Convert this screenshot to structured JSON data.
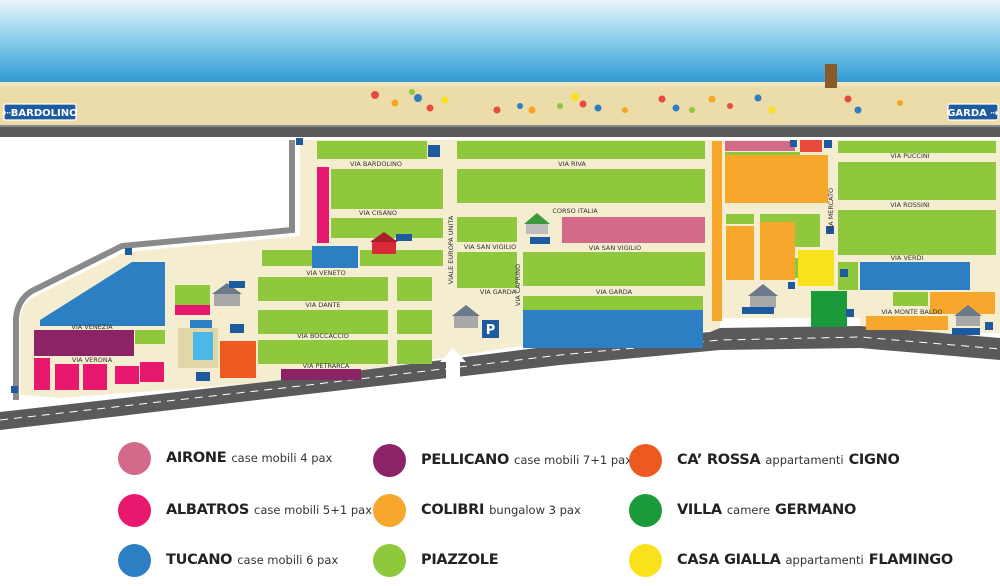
{
  "signs": {
    "left": "⇠BARDOLINO",
    "right": "GARDA ⇢"
  },
  "streets": {
    "bardolino": "VIA BARDOLINO",
    "riva": "VIA RIVA",
    "cisano": "VIA CISANO",
    "corso_italia": "CORSO ITALIA",
    "veneto": "VIA VENETO",
    "san_vigilio_1": "VIA SAN VIGILIO",
    "san_vigilio_2": "VIA SAN VIGILIO",
    "europa_unita": "VIALE EUROPA UNITA",
    "caprino": "VIA CAPRINO",
    "garda_1": "VIA GARDA",
    "garda_2": "VIA GARDA",
    "dante": "VIA DANTE",
    "boccaccio": "VIA BOCCACCIO",
    "petrarca": "VIA PETRARCA",
    "venezia": "VIA VENEZIA",
    "verona": "VIA VERONA",
    "mercato": "VIA MERCATO",
    "puccini": "VIA PUCCINI",
    "rossini": "VIA ROSSINI",
    "verdi": "VIA VERDI",
    "monte_baldo": "VIA MONTE BALDO"
  },
  "parking_label": "P",
  "colors": {
    "airone": "#d36a8a",
    "albatros": "#e8186e",
    "tucano": "#2d7fc4",
    "pellicano": "#8b2366",
    "colibri": "#f6a72c",
    "piazzole": "#8fc83c",
    "ca_rossa": "#ec5a1f",
    "villa": "#1a9a3a",
    "casa_gialla": "#f9e21c",
    "road": "#5a5a5a",
    "path": "#f4edcf",
    "sea": "#2f9fd6",
    "sand": "#ecdcaa"
  },
  "legend": [
    {
      "name": "AIRONE",
      "desc": "case mobili 4 pax",
      "color": "#d36a8a"
    },
    {
      "name": "ALBATROS",
      "desc": "case mobili 5+1 pax",
      "color": "#e8186e"
    },
    {
      "name": "TUCANO",
      "desc": "case mobili 6 pax",
      "color": "#2d7fc4"
    },
    {
      "name": "PELLICANO",
      "desc": "case mobili 7+1 pax",
      "color": "#8b2366"
    },
    {
      "name": "COLIBRI",
      "desc": "bungalow 3 pax",
      "color": "#f6a72c"
    },
    {
      "name": "PIAZZOLE",
      "desc": "",
      "color": "#8fc83c"
    },
    {
      "name": "CA’ ROSSA",
      "desc": "appartamenti",
      "name2": "CIGNO",
      "color": "#ec5a1f"
    },
    {
      "name": "VILLA",
      "desc": "camere",
      "name2": "GERMANO",
      "color": "#1a9a3a"
    },
    {
      "name": "CASA GIALLA",
      "desc": "appartamenti",
      "name2": "FLAMINGO",
      "color": "#f9e21c"
    }
  ]
}
